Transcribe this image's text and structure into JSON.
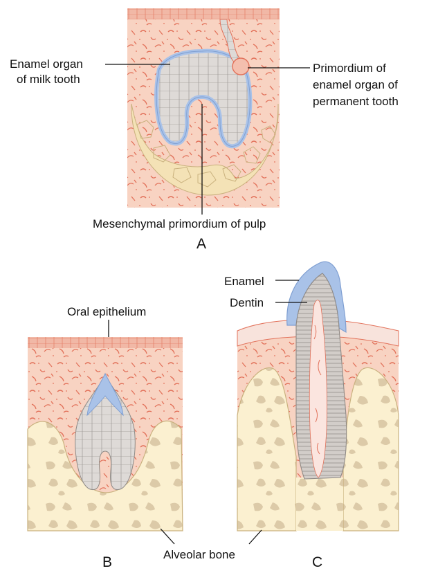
{
  "panels": {
    "a": {
      "letter": "A",
      "labels": {
        "enamel_organ_milk_line1": "Enamel organ",
        "enamel_organ_milk_line2": "of milk tooth",
        "primordium_line1": "Primordium of",
        "primordium_line2": "enamel organ of",
        "primordium_line3": "permanent tooth",
        "pulp": "Mesenchymal primordium of pulp"
      }
    },
    "b": {
      "letter": "B",
      "labels": {
        "oral_epithelium": "Oral epithelium"
      }
    },
    "c": {
      "letter": "C",
      "labels": {
        "enamel": "Enamel",
        "dentin": "Dentin"
      }
    }
  },
  "shared_labels": {
    "alveolar_bone": "Alveolar bone"
  },
  "colors": {
    "mesenchyme": "#f8d3c2",
    "mesenchyme_fiber": "#e2715a",
    "epithelium": "#f1b8a6",
    "enamel_organ": "#d9d6d4",
    "enamel_blue": "#a9c2e8",
    "bone": "#fbf0d0",
    "bone_cavity": "#d9c6a4",
    "dentin": "#cfcac6",
    "pulp": "#fbe5df"
  }
}
